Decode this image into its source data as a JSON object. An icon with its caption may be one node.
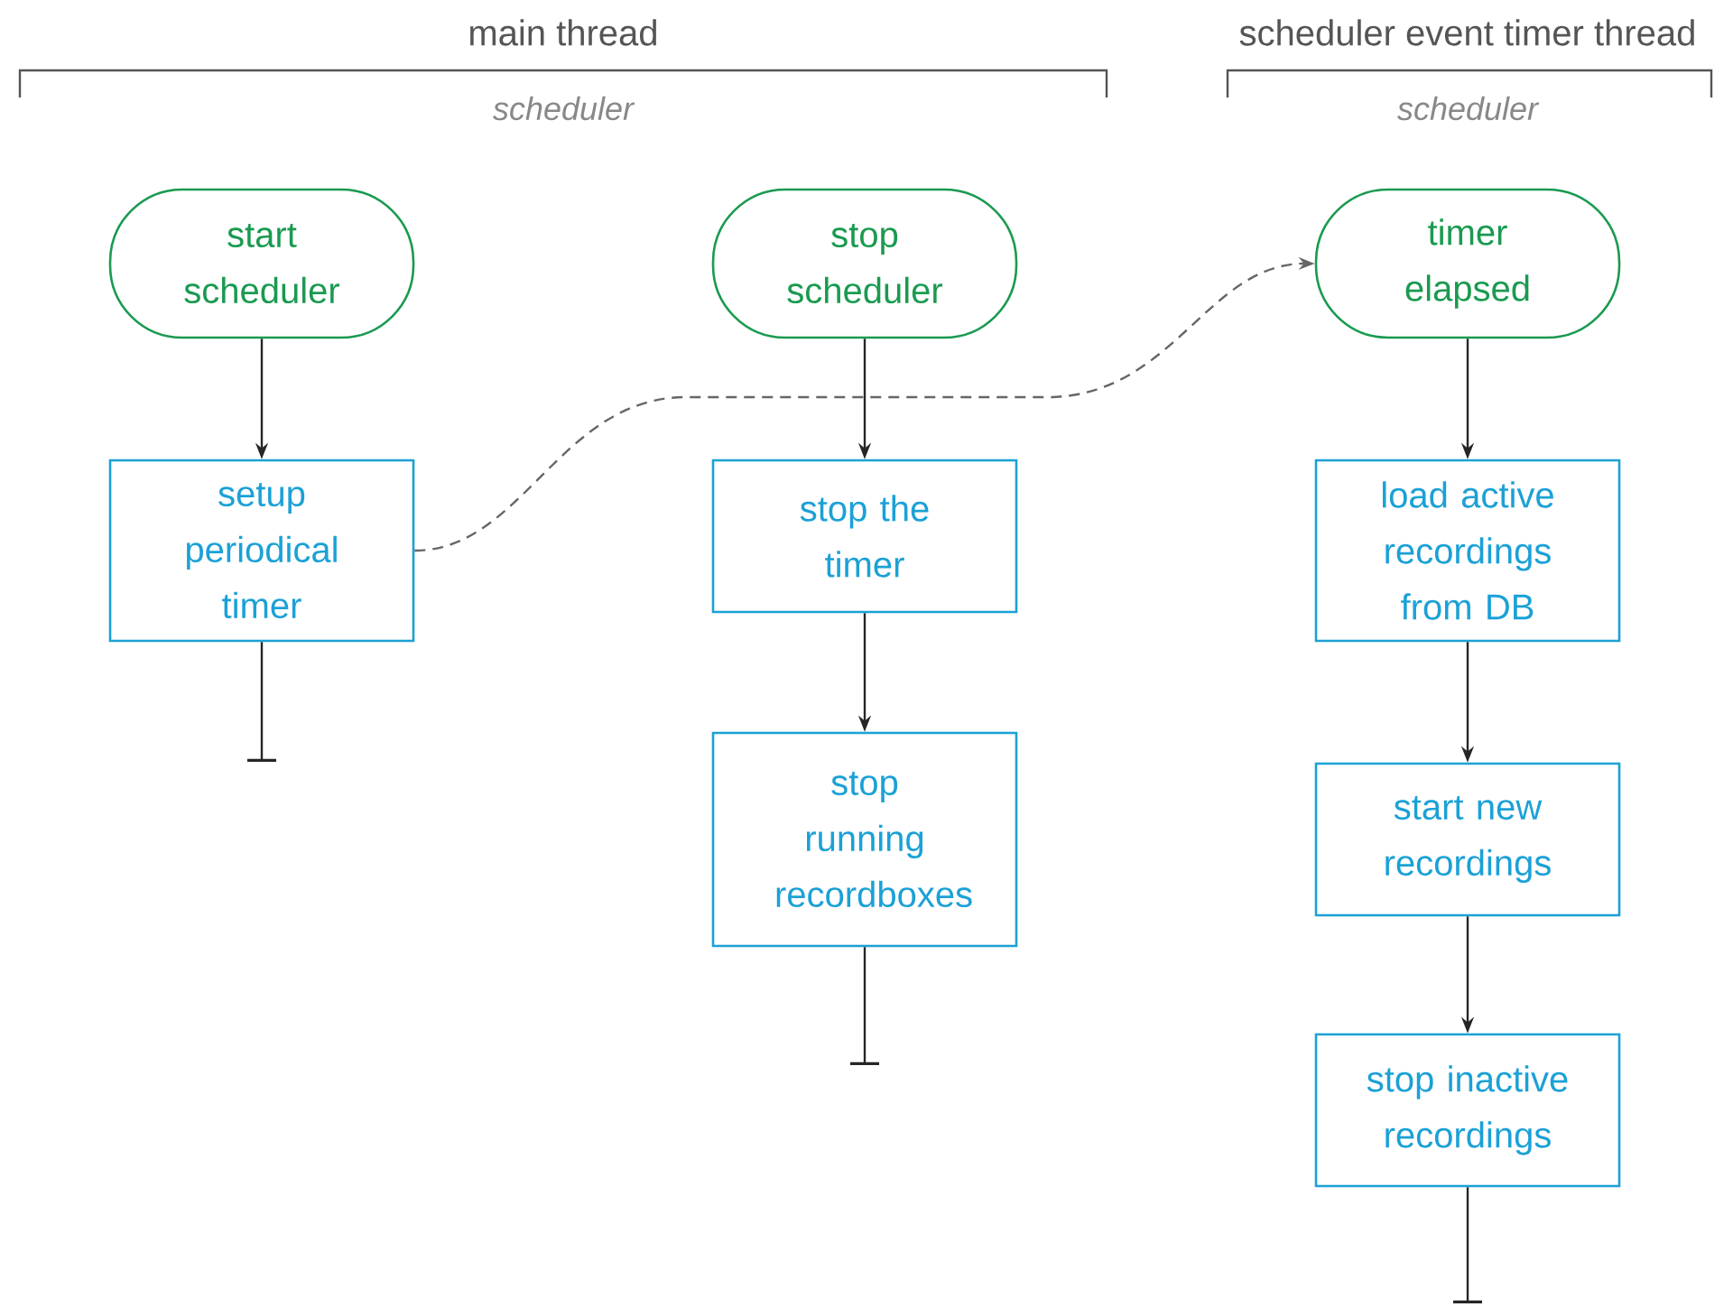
{
  "diagram": {
    "nodes": [
      {
        "text": [
          "start scheduler"
        ]
      },
      {
        "text": [
          "setup periodical timer"
        ]
      },
      {
        "text": [
          "stop scheduler"
        ]
      },
      {
        "text": [
          "stop the timer"
        ]
      },
      {
        "text": [
          "stop running recordboxes"
        ]
      },
      {
        "text": [
          "timer elapsed"
        ]
      },
      {
        "text": [
          "load active recordings from DB"
        ]
      },
      {
        "text": [
          "start new recordings"
        ]
      },
      {
        "text": [
          "stop inactive recordings"
        ]
      }
    ],
    "edges": [
      {
        "from": 0,
        "to": 1,
        "arrow": "to"
      },
      {
        "from": 1,
        "to": null,
        "arrow": "other"
      },
      {
        "from": 1,
        "to": 5,
        "arrow": "to",
        "style": "dashed",
        "color": "#666666"
      },
      {
        "from": 2,
        "to": 3,
        "arrow": "to"
      },
      {
        "from": 3,
        "to": 4,
        "arrow": "to"
      },
      {
        "from": 4,
        "to": null,
        "arrow": "other"
      },
      {
        "from": 5,
        "to": 6,
        "arrow": "to"
      },
      {
        "from": 6,
        "to": 7,
        "arrow": "to"
      },
      {
        "from": 7,
        "to": 8,
        "arrow": "to"
      },
      {
        "from": 8,
        "to": null,
        "arrow": "other"
      }
    ],
    "labels": [
      "main thread",
      "scheduler",
      "scheduler event timer thread",
      "scheduler"
    ]
  }
}
